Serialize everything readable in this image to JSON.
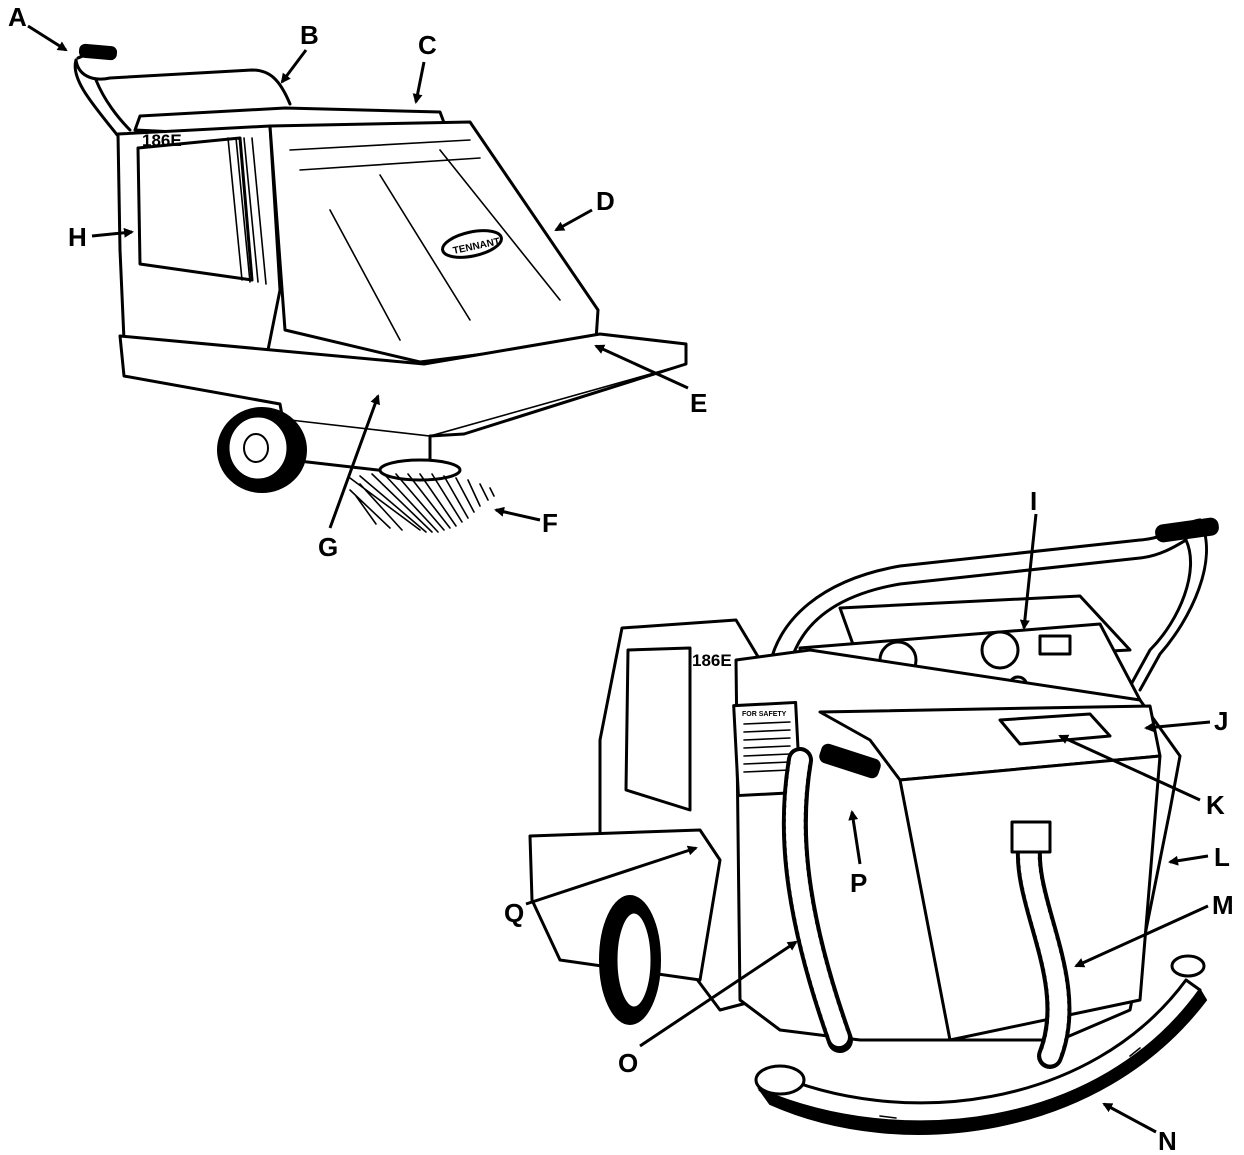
{
  "figure": {
    "model_badge": "186E",
    "logo_text": "TENNANT",
    "safety_label": "FOR SAFETY"
  },
  "labels": {
    "A": "A",
    "B": "B",
    "C": "C",
    "D": "D",
    "E": "E",
    "F": "F",
    "G": "G",
    "H": "H",
    "I": "I",
    "J": "J",
    "K": "K",
    "L": "L",
    "M": "M",
    "N": "N",
    "O": "O",
    "P": "P",
    "Q": "Q"
  }
}
